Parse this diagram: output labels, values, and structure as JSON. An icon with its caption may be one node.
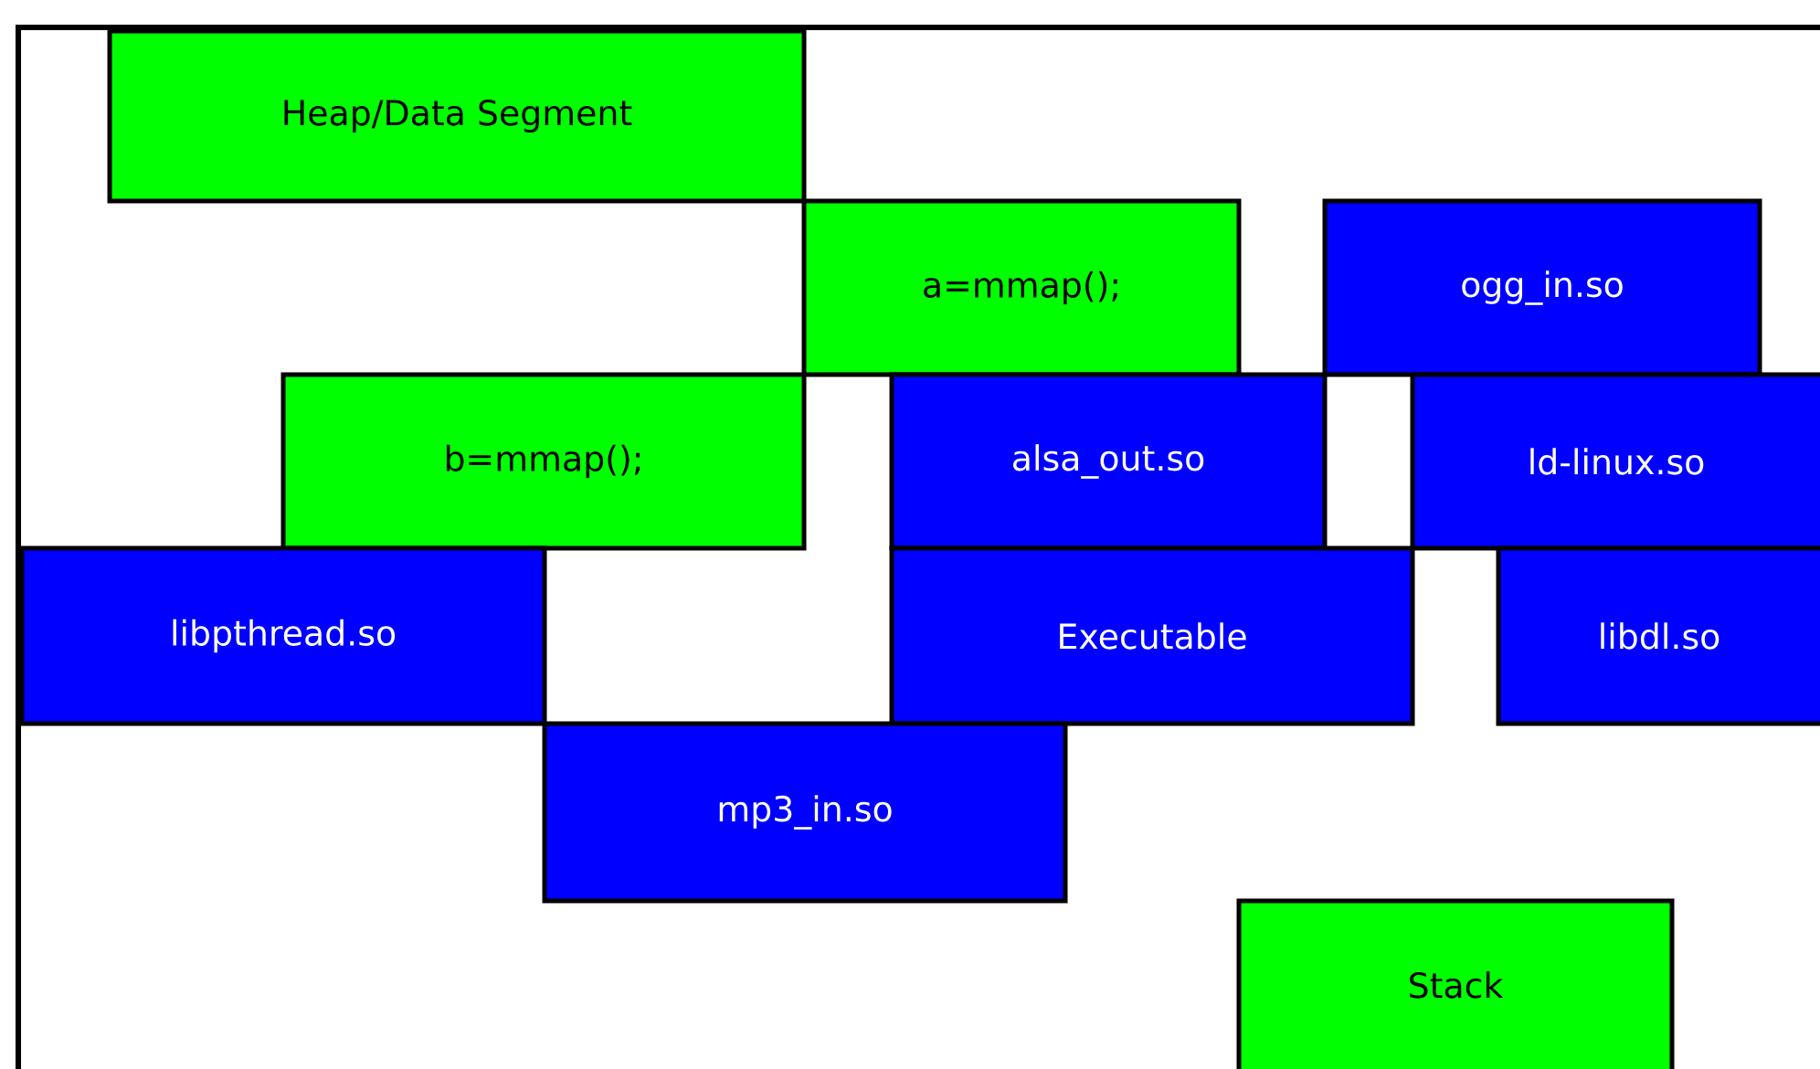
{
  "diagram": {
    "nodes": [
      {
        "text": [
          "Heap/Data Segment"
        ]
      },
      {
        "text": [
          "a=mmap();"
        ]
      },
      {
        "text": [
          "ogg_in.so"
        ]
      },
      {
        "text": [
          "b=mmap();"
        ]
      },
      {
        "text": [
          "alsa_out.so"
        ]
      },
      {
        "text": [
          "ld-linux.so"
        ]
      },
      {
        "text": [
          "libpthread.so"
        ]
      },
      {
        "text": [
          "Executable"
        ]
      },
      {
        "text": [
          "libdl.so"
        ]
      },
      {
        "text": [
          "mp3_in.so"
        ]
      },
      {
        "text": [
          "Stack"
        ]
      }
    ]
  }
}
